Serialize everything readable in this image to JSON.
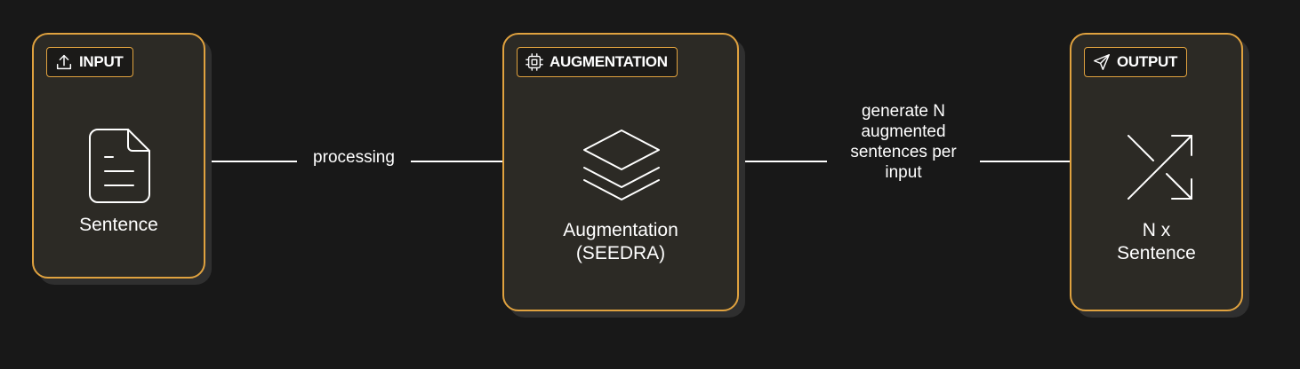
{
  "nodes": {
    "input": {
      "tag": "INPUT",
      "tag_icon": "upload-icon",
      "icon": "document-icon",
      "label": "Sentence"
    },
    "augmentation": {
      "tag": "AUGMENTATION",
      "tag_icon": "cpu-icon",
      "icon": "layers-icon",
      "label": "Augmentation\n(SEEDRA)"
    },
    "output": {
      "tag": "OUTPUT",
      "tag_icon": "send-icon",
      "icon": "shuffle-icon",
      "label": "N x\nSentence"
    }
  },
  "edges": {
    "input_to_augmentation": {
      "label": "processing"
    },
    "augmentation_to_output": {
      "label": "generate N\naugmented\nsentences per\ninput"
    }
  },
  "colors": {
    "background": "#181818",
    "node_fill": "#2c2a25",
    "accent": "#e0a23f",
    "text": "#ffffff",
    "shadow": "#2f2f2f"
  }
}
